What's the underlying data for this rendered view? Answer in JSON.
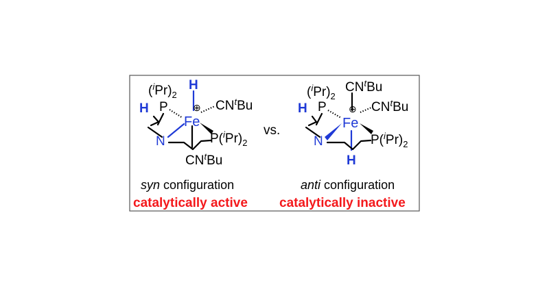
{
  "colors": {
    "text": "#000000",
    "metal": "#1f3ad6",
    "status": "#f4191c",
    "frame": "#555555"
  },
  "syn": {
    "atom_fe": "Fe",
    "atom_n": "N",
    "atom_h_top": "H",
    "atom_h_left": "H",
    "atom_p_left": "P",
    "ligand_pipr2_left": "(iPr)2",
    "ligand_pipr2_right": "P(iPr)2",
    "ligand_cn_right": "CNtBu",
    "ligand_cn_bottom": "CNtBu",
    "charge": "⊕",
    "caption_italic": "syn",
    "caption_rest": " configuration",
    "status": "catalytically active"
  },
  "separator": "vs.",
  "anti": {
    "atom_fe": "Fe",
    "atom_n": "N",
    "atom_h_bottom": "H",
    "atom_h_left": "H",
    "atom_p_left": "P",
    "ligand_pipr2_left": "(iPr)2",
    "ligand_pipr2_right": "P(iPr)2",
    "ligand_cn_top": "CNtBu",
    "ligand_cn_right": "CNtBu",
    "charge": "⊕",
    "caption_italic": "anti",
    "caption_rest": " configuration",
    "status": "catalytically inactive"
  }
}
